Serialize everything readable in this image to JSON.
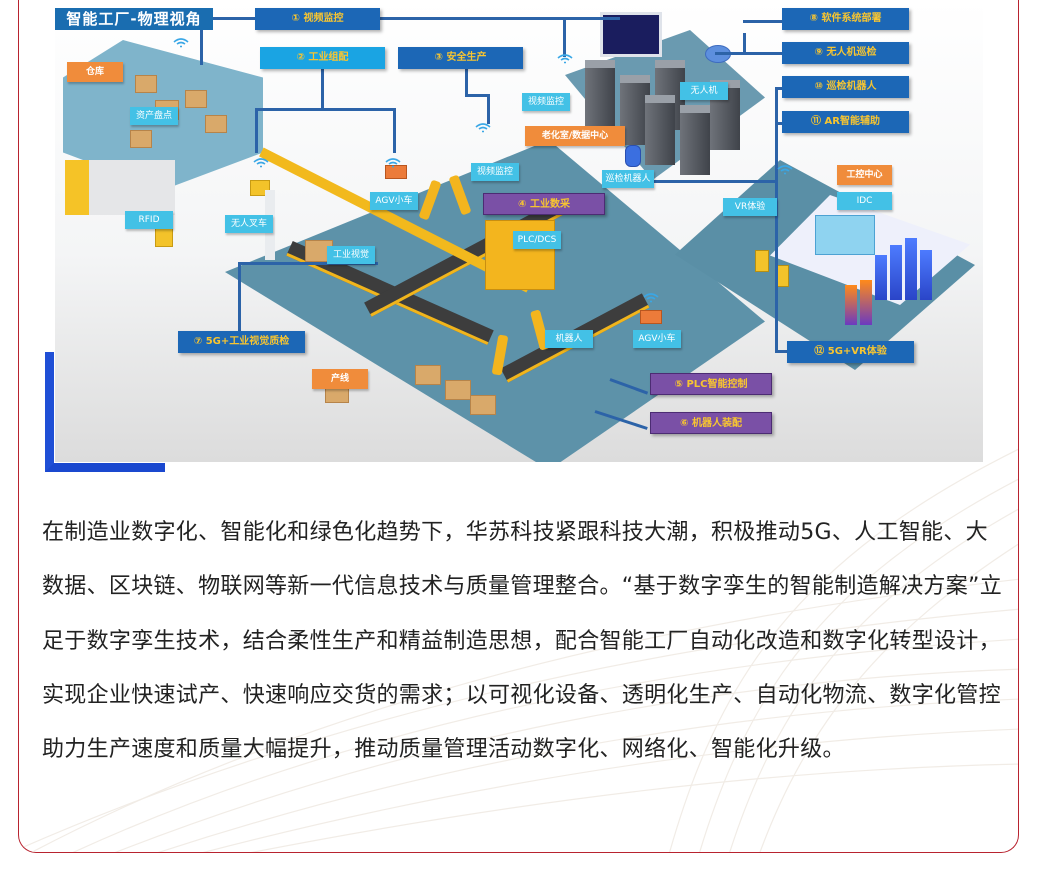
{
  "figure": {
    "title": "智能工厂-物理视角",
    "callouts": [
      {
        "id": "1",
        "label": "① 视频监控"
      },
      {
        "id": "2",
        "label": "② 工业组配"
      },
      {
        "id": "3",
        "label": "③ 安全生产"
      },
      {
        "id": "4",
        "label": "④ 工业数采"
      },
      {
        "id": "5",
        "label": "⑤ PLC智能控制"
      },
      {
        "id": "6",
        "label": "⑥ 机器人装配"
      },
      {
        "id": "7",
        "label": "⑦ 5G+工业视觉质检"
      },
      {
        "id": "8",
        "label": "⑧ 软件系统部署"
      },
      {
        "id": "9",
        "label": "⑨ 无人机巡检"
      },
      {
        "id": "10",
        "label": "⑩ 巡检机器人"
      },
      {
        "id": "11",
        "label": "⑪ AR智能辅助"
      },
      {
        "id": "12",
        "label": "⑫ 5G+VR体验"
      }
    ],
    "zone_tags": {
      "warehouse": "仓库",
      "production_line": "产线",
      "data_center": "老化室/数据中心",
      "control_center": "工控中心"
    },
    "device_tags": {
      "asset_inventory": "资产盘点",
      "rfid": "RFID",
      "unmanned_forklift": "无人叉车",
      "agv_top": "AGV小车",
      "safety_monitor": "视频监控",
      "video_monitor": "视频监控",
      "drone": "无人机",
      "inspection_robot": "巡检机器人",
      "plc_dcs": "PLC/DCS",
      "visual_inspection": "工业视觉",
      "robot": "机器人",
      "agv_bottom": "AGV小车",
      "vr_experience": "VR体验",
      "idc": "IDC"
    }
  },
  "article": {
    "paragraph": "在制造业数字化、智能化和绿色化趋势下，华苏科技紧跟科技大潮，积极推动5G、人工智能、大数据、区块链、物联网等新一代信息技术与质量管理整合。“基于数字孪生的智能制造解决方案”立足于数字孪生技术，结合柔性生产和精益制造思想，配合智能工厂自动化改造和数字化转型设计，实现企业快速试产、快速响应交货的需求；以可视化设备、透明化生产、自动化物流、数字化管控助力生产速度和质量大幅提升，推动质量管理活动数字化、网络化、智能化升级。"
  },
  "colors": {
    "card_border": "#b8232f",
    "accent_blue": "#1f4fd6",
    "callout_blue": "#1c67b6",
    "callout_purple": "#7a50a6",
    "callout_text": "#f7c531",
    "tag_cyan": "#43c1e6",
    "tag_orange": "#f08c3b"
  }
}
